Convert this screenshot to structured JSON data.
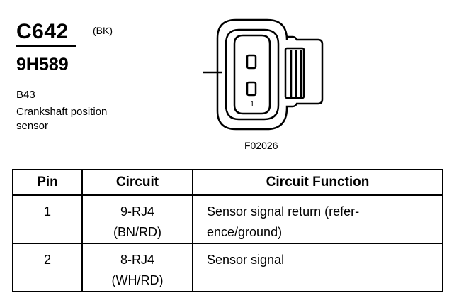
{
  "connector": {
    "id": "C642",
    "color": "(BK)",
    "part_number": "9H589",
    "component_code": "B43",
    "component_description_lines": [
      "Crankshaft position",
      "sensor"
    ],
    "figure_id": "F02026",
    "diagram_pin_label": "1"
  },
  "table": {
    "headers": [
      "Pin",
      "Circuit",
      "Circuit Function"
    ],
    "rows": [
      {
        "pin": "1",
        "circuit": "9-RJ4",
        "wire_color": "(BN/RD)",
        "function_lines": [
          "Sensor signal return (refer-",
          "ence/ground)"
        ]
      },
      {
        "pin": "2",
        "circuit": "8-RJ4",
        "wire_color": "(WH/RD)",
        "function_lines": [
          "Sensor signal",
          ""
        ]
      }
    ]
  }
}
